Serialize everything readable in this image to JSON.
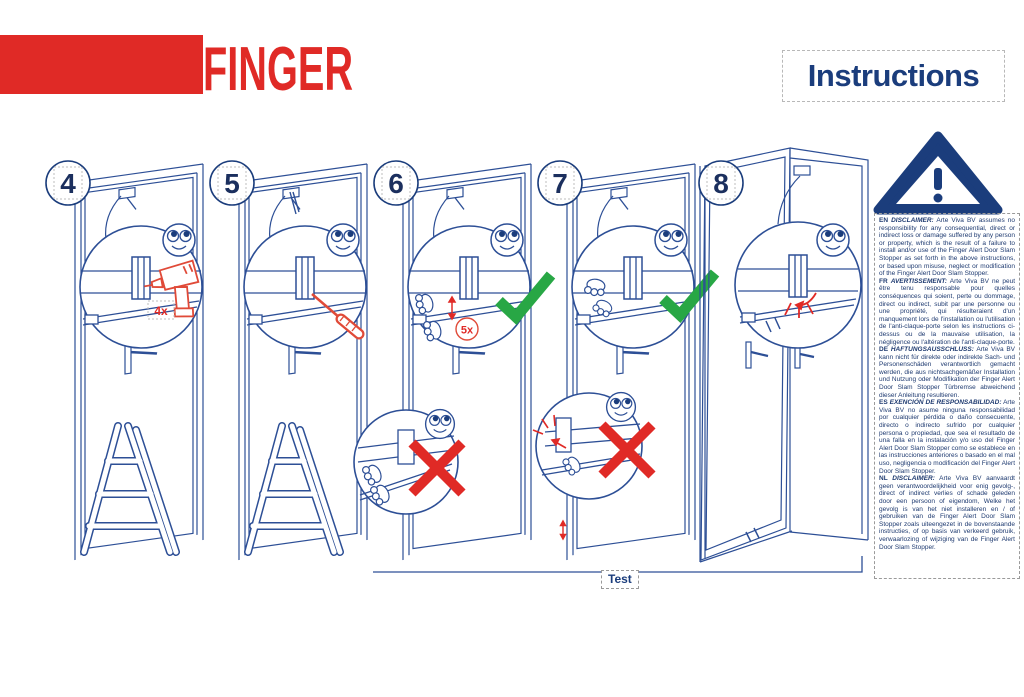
{
  "logo": {
    "text": "FINGER"
  },
  "header": {
    "title": "Instructions"
  },
  "icons": {
    "warning": "triangle-exclamation",
    "success": "green-check",
    "error": "red-cross",
    "mascot": "smiley-face"
  },
  "colors": {
    "brand_red": "#e02a26",
    "navy": "#1b3d7c",
    "line_blue": "#2d4f96",
    "check_green": "#28a745",
    "tool_red": "#e04a38"
  },
  "steps": [
    {
      "number": "4",
      "annotation": "4x",
      "tool": "drill"
    },
    {
      "number": "5",
      "tool": "screwdriver"
    },
    {
      "number": "6",
      "annotation": "5x"
    },
    {
      "number": "7"
    },
    {
      "number": "8"
    }
  ],
  "footer": {
    "test_label": "Test"
  },
  "disclaimer": {
    "sections": [
      {
        "lang": "EN",
        "heading": "DISCLAIMER:",
        "body": "Arte Viva BV assumes no responsibility for any consequential, direct or indirect loss or damage suffered by any person or property, which is the result of a failure to install and/or use of the Finger Alert Door Slam Stopper as set forth in the above instructions, or based upon misuse, neglect or modification of the Finger Alert Door Slam Stopper."
      },
      {
        "lang": "FR",
        "heading": "AVERTISSEMENT:",
        "body": "Arte Viva BV ne peut être tenu responsable pour quelles conséquences qui soient, perte ou dommage, direct ou indirect, subit par une personne ou une propriété, qui résulteraient d'un manquement lors de l'installation ou l'utilisation de l'anti-claque-porte selon les instructions ci-dessus ou de la mauvaise utilisation, la négligence ou l'altération de l'anti-claque-porte."
      },
      {
        "lang": "DE",
        "heading": "HAFTUNGSAUSSCHLUSS:",
        "body": "Arte Viva BV kann nicht für direkte oder indirekte Sach- und Personenschäden verantwortlich gemacht werden, die aus nichtsachgemäßer Installation und Nutzung oder Modifikation der Finger Alert Door Slam Stopper Türbremse abweichend dieser Anleitung resultieren."
      },
      {
        "lang": "ES",
        "heading": "EXENCIÓN DE RESPONSABILIDAD:",
        "body": "Arte Viva BV no asume ninguna responsabilidad por cualquier pérdida o daño consecuente, directo o indirecto sufrido por cualquier persona o propiedad, que sea el resultado de una falla en la instalación y/o uso del Finger Alert Door Slam Stopper como se establece en las instrucciones anteriores o basado en el mal uso, negligencia o modificación del Finger Alert Door Slam Stopper."
      },
      {
        "lang": "NL",
        "heading": "DISCLAIMER:",
        "body": "Arte Viva BV aanvaardt geen verantwoordelijkheid voor enig gevolg-, direct of indirect verlies of schade geleden door een persoon of eigendom, Welke het gevolg is van het niet installeren en / of gebruiken van de Finger Alert Door Slam Stopper zoals uiteengezet in de bovenstaande instructies, of op basis van verkeerd gebruik, verwaarlozing of wijziging van de Finger Alert Door Slam Stopper."
      }
    ]
  }
}
